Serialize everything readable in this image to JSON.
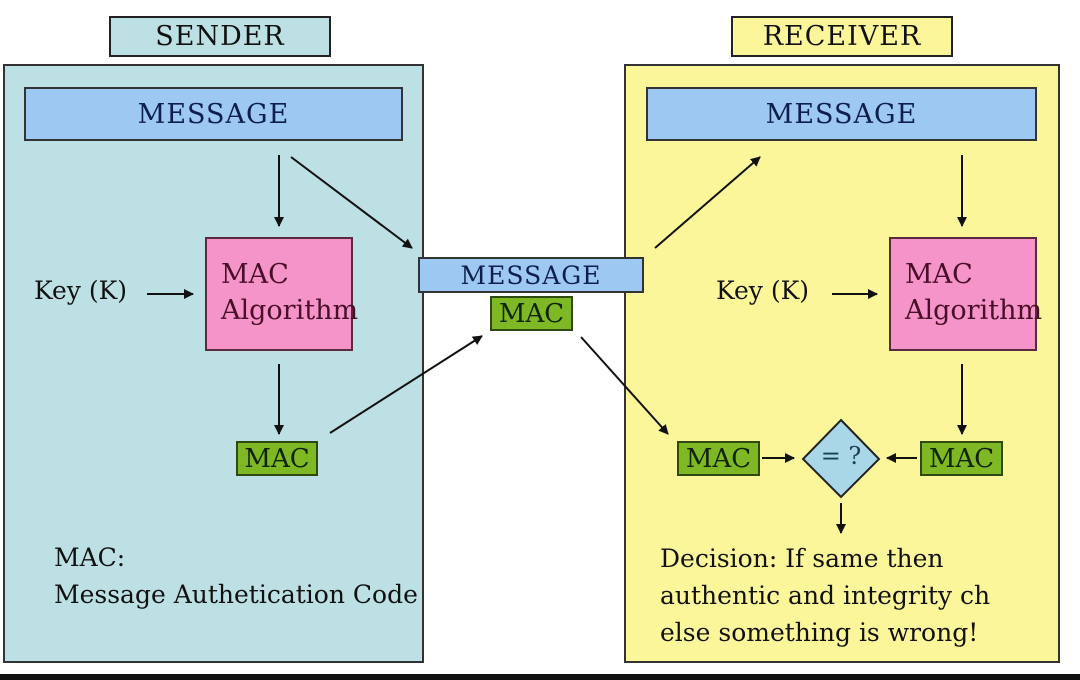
{
  "sender": {
    "title": "SENDER",
    "message_label": "MESSAGE",
    "key_label": "Key (K)",
    "algorithm_label_line1": "MAC",
    "algorithm_label_line2": "Algorithm",
    "mac_label": "MAC",
    "note_line1": "MAC:",
    "note_line2": "Message Authetication Code"
  },
  "transmitted": {
    "message_label": "MESSAGE",
    "mac_label": "MAC"
  },
  "receiver": {
    "title": "RECEIVER",
    "message_label": "MESSAGE",
    "key_label": "Key (K)",
    "algorithm_label_line1": "MAC",
    "algorithm_label_line2": "Algorithm",
    "received_mac_label": "MAC",
    "computed_mac_label": "MAC",
    "compare_label": "= ?",
    "decision_line1": "Decision: If same then",
    "decision_line2": "authentic and integrity ch",
    "decision_line3": "else something is wrong!"
  },
  "colors": {
    "sender_bg": "#bde0e4",
    "receiver_bg": "#fbf69a",
    "message_bg": "#9dc8f2",
    "algorithm_bg": "#f594c8",
    "mac_bg": "#7fb825",
    "compare_bg": "#a9d7e8"
  }
}
